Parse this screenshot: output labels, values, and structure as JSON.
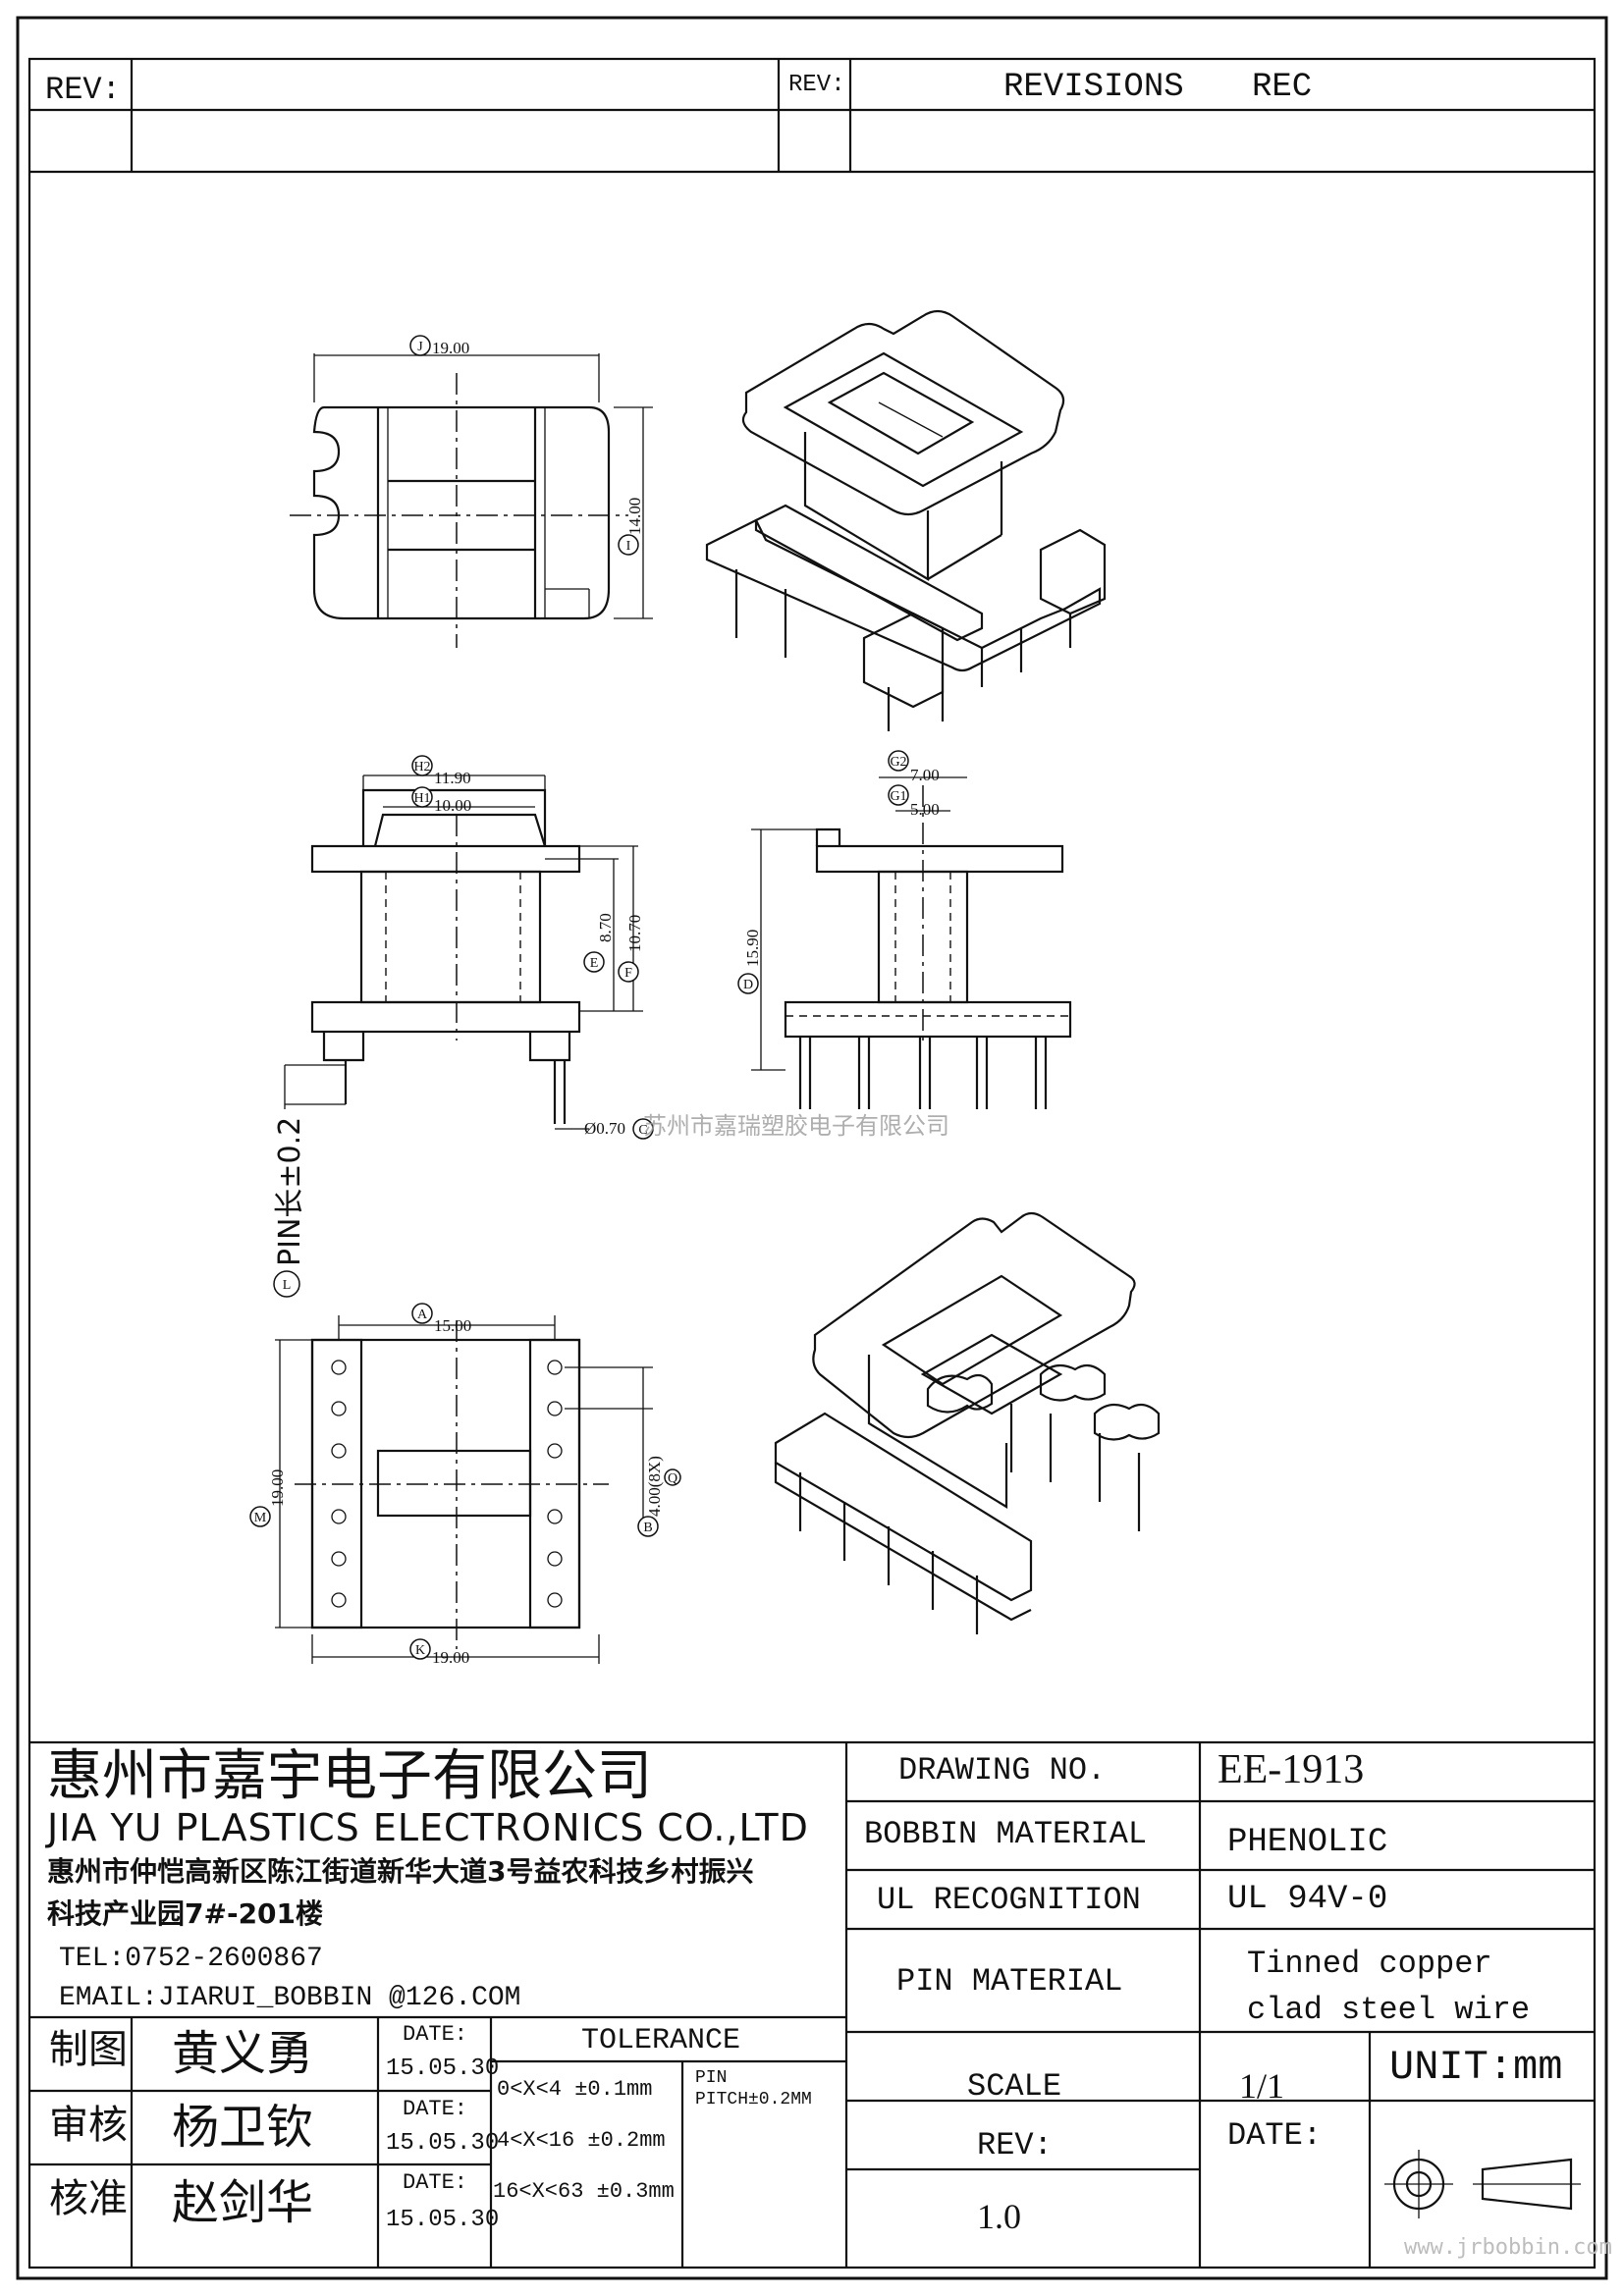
{
  "header": {
    "rev_label_left": "REV:",
    "rev_label_right": "REV:",
    "revisions_label": "REVISIONS",
    "rec_label": "REC"
  },
  "dimensions": {
    "J": {
      "letter": "J",
      "value": "19.00"
    },
    "I": {
      "letter": "I",
      "value": "14.00"
    },
    "H2": {
      "letter": "H2",
      "value": "11.90"
    },
    "H1": {
      "letter": "H1",
      "value": "10.00"
    },
    "E": {
      "letter": "E",
      "value": "8.70"
    },
    "F": {
      "letter": "F",
      "value": "10.70"
    },
    "G2": {
      "letter": "G2",
      "value": "7.00"
    },
    "G1": {
      "letter": "G1",
      "value": "5.00"
    },
    "D": {
      "letter": "D",
      "value": "15.90"
    },
    "C": {
      "letter": "C",
      "value": "Ø0.70"
    },
    "L": {
      "letter": "L",
      "value": "PIN长±0.2"
    },
    "A": {
      "letter": "A",
      "value": "15.00"
    },
    "M": {
      "letter": "M",
      "value": "19.00"
    },
    "B": {
      "letter": "B",
      "value": "4.00(8X)"
    },
    "K": {
      "letter": "K",
      "value": "19.00"
    },
    "Q": {
      "letter": "Q"
    }
  },
  "watermark": {
    "center_text": "苏州市嘉瑞塑胶电子有限公司",
    "website": "www.jrbobbin.com"
  },
  "title_block": {
    "company_cn": "惠州市嘉宇电子有限公司",
    "company_en": "JIA YU PLASTICS ELECTRONICS CO.,LTD",
    "address_line1": "惠州市仲恺高新区陈江街道新华大道3号益农科技乡村振兴",
    "address_line2": "科技产业园7#-201楼",
    "tel": "TEL:0752-2600867",
    "email": "EMAIL:JIARUI_BOBBIN @126.COM",
    "drawing_no_label": "DRAWING  NO.",
    "drawing_no": "EE-1913",
    "bobbin_material_label": "BOBBIN  MATERIAL",
    "bobbin_material": "PHENOLIC",
    "ul_label": "UL RECOGNITION",
    "ul_value": "UL 94V-0",
    "pin_material_label": "PIN MATERIAL",
    "pin_material_line1": "Tinned copper",
    "pin_material_line2": "clad steel wire",
    "scale_label": "SCALE",
    "scale_value": "1/1",
    "unit": "UNIT:mm",
    "date_label_right": "DATE:",
    "rev_label": "REV:",
    "rev_value": "1.0",
    "tolerance_label": "TOLERANCE",
    "tolerance_rows": [
      "0<X<4  ±0.1mm",
      "4<X<16 ±0.2mm",
      "16<X<63 ±0.3mm"
    ],
    "pin_label": "PIN",
    "pin_pitch": "PITCH±0.2MM",
    "signoffs": [
      {
        "role": "制图",
        "name": "黄义勇",
        "date_label": "DATE:",
        "date": "15.05.30"
      },
      {
        "role": "审核",
        "name": "杨卫钦",
        "date_label": "DATE:",
        "date": "15.05.30"
      },
      {
        "role": "核准",
        "name": "赵剑华",
        "date_label": "DATE:",
        "date": "15.05.30"
      }
    ]
  }
}
